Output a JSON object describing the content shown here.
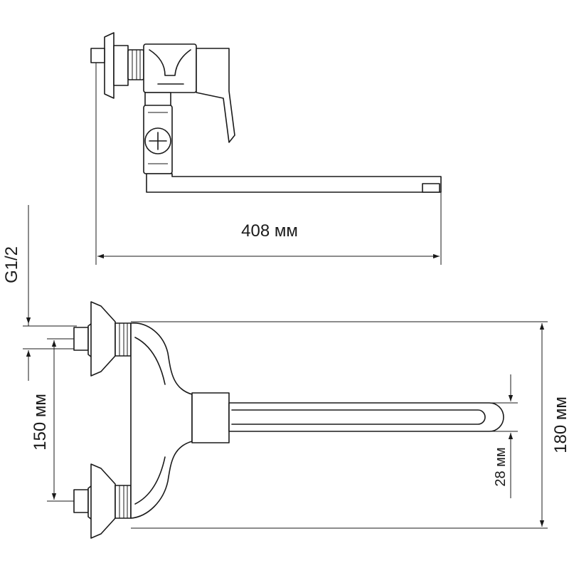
{
  "dimensions": {
    "spout_length": "408 мм",
    "thread": "G1/2",
    "centers": "150 мм",
    "height": "180 мм",
    "spout_height": "28 мм"
  }
}
